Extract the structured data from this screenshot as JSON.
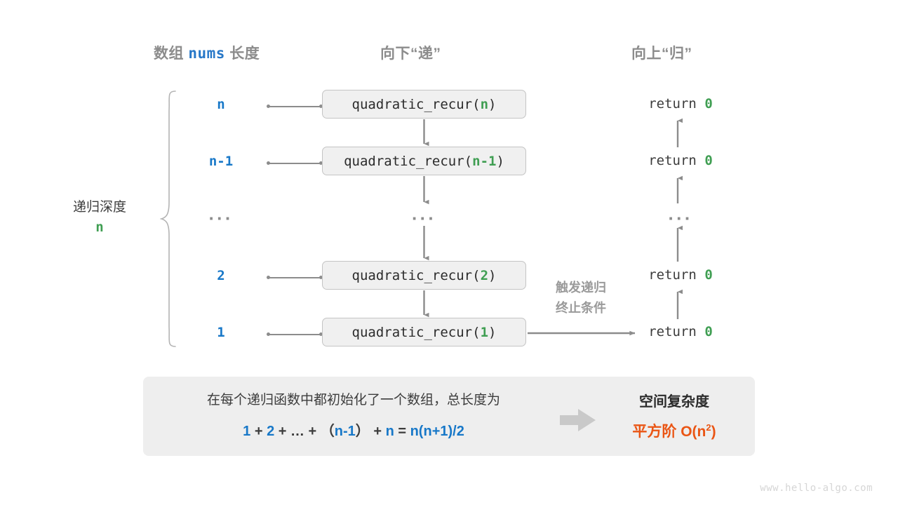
{
  "headers": {
    "left_prefix": "数组 ",
    "left_mono": "nums",
    "left_suffix": " 长度",
    "middle": "向下“递”",
    "right": "向上“归”"
  },
  "depth": {
    "label": "递归深度",
    "value": "n"
  },
  "rows": [
    {
      "size": "n",
      "call_prefix": "quadratic_recur(",
      "call_arg": "n",
      "call_suffix": ")",
      "return_text": "return ",
      "return_value": "0"
    },
    {
      "size": "n-1",
      "call_prefix": "quadratic_recur(",
      "call_arg": "n-1",
      "call_suffix": ")",
      "return_text": "return ",
      "return_value": "0"
    },
    {
      "size": "···",
      "call_prefix": "···",
      "call_arg": "",
      "call_suffix": "",
      "return_text": "···",
      "return_value": ""
    },
    {
      "size": "2",
      "call_prefix": "quadratic_recur(",
      "call_arg": "2",
      "call_suffix": ")",
      "return_text": "return ",
      "return_value": "0"
    },
    {
      "size": "1",
      "call_prefix": "quadratic_recur(",
      "call_arg": "1",
      "call_suffix": ")",
      "return_text": "return ",
      "return_value": "0"
    }
  ],
  "terminate_note": {
    "line1": "触发递归",
    "line2": "终止条件"
  },
  "summary": {
    "description": "在每个递归函数中都初始化了一个数组，总长度为",
    "formula": {
      "t1": "1",
      "op1": " + ",
      "t2": "2",
      "op2": " + ",
      "t3": "…",
      "op3": " + （",
      "t4": "n-1",
      "op4": "） + ",
      "t5": "n",
      "op5": " = ",
      "t6": "n(n+1)/2"
    },
    "complexity_title": "空间复杂度",
    "complexity_prefix": "平方阶  O(n",
    "complexity_exp": "2",
    "complexity_suffix": ")"
  },
  "watermark": "www.hello-algo.com",
  "colors": {
    "blue": "#1878c8",
    "green": "#3f9e52",
    "orange": "#ea5514",
    "gray_header": "#8c8c8c",
    "line": "#8c8c8c",
    "box_fill": "#f0f0f0",
    "box_border": "#c4c4c4",
    "panel_fill": "#eeeeee",
    "text_dark": "#3c3c3c"
  }
}
